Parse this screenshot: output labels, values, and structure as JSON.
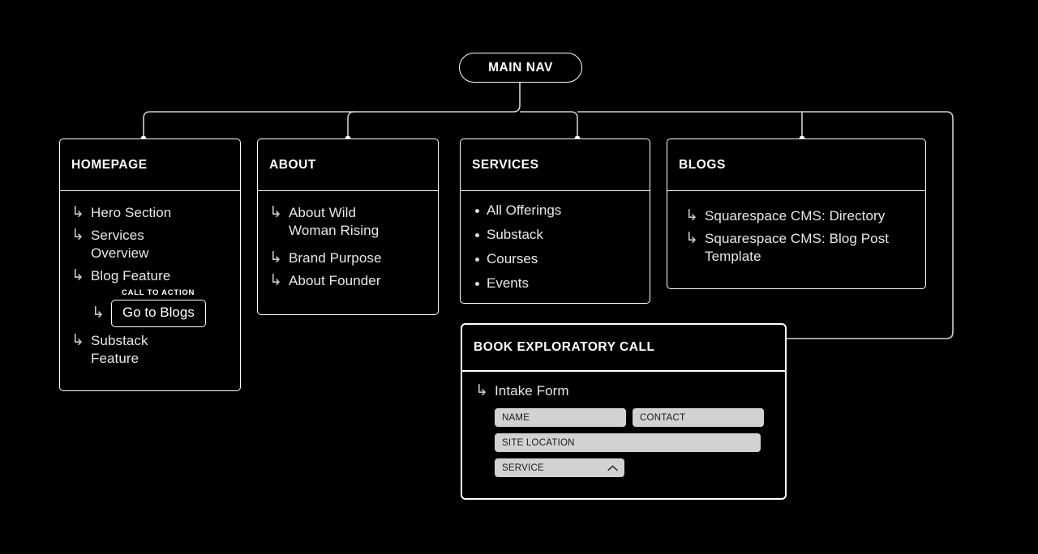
{
  "diagram": {
    "background": "#000000",
    "line_color": "#cfcfcf",
    "field_fill": "#d2d2d2",
    "root": {
      "label": "MAIN NAV"
    },
    "arrow_glyph": "↳",
    "nodes": [
      {
        "id": "homepage",
        "title": "HOMEPAGE",
        "items": [
          {
            "label": "Hero Section"
          },
          {
            "label": "Services Overview"
          },
          {
            "label": "Blog Feature"
          }
        ],
        "cta": {
          "caption": "CALL TO ACTION",
          "label": "Go to Blogs"
        },
        "items_after": [
          {
            "label": "Substack Feature"
          }
        ]
      },
      {
        "id": "about",
        "title": "ABOUT",
        "items": [
          {
            "label": "About Wild Woman Rising"
          },
          {
            "label": "Brand Purpose"
          },
          {
            "label": "About Founder"
          }
        ]
      },
      {
        "id": "services",
        "title": "SERVICES",
        "bullets": [
          {
            "label": "All Offerings"
          },
          {
            "label": "Substack"
          },
          {
            "label": "Courses"
          },
          {
            "label": "Events"
          }
        ]
      },
      {
        "id": "blogs",
        "title": "BLOGS",
        "items": [
          {
            "label": "Squarespace CMS: Directory"
          },
          {
            "label": "Squarespace CMS: Blog Post Template"
          }
        ]
      },
      {
        "id": "book-call",
        "title": "BOOK EXPLORATORY CALL",
        "items": [
          {
            "label": "Intake Form"
          }
        ],
        "form": {
          "name": "NAME",
          "contact": "CONTACT",
          "site_location": "SITE LOCATION",
          "service": "SERVICE",
          "service_state_icon": "chevron-up-icon"
        }
      }
    ]
  }
}
